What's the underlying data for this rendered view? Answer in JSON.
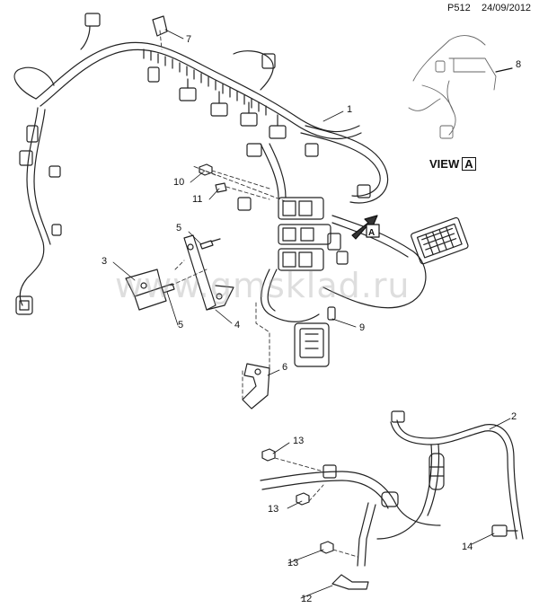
{
  "header": {
    "code": "P512",
    "date": "24/09/2012"
  },
  "view": {
    "label": "VIEW",
    "letter": "A"
  },
  "arrow_letter": "A",
  "watermark": "www.gmsklad.ru",
  "callouts": {
    "c1": "1",
    "c2": "2",
    "c3": "3",
    "c4": "4",
    "c5a": "5",
    "c5b": "5",
    "c6": "6",
    "c7": "7",
    "c8": "8",
    "c9": "9",
    "c10": "10",
    "c11": "11",
    "c12": "12",
    "c13a": "13",
    "c13b": "13",
    "c13c": "13",
    "c14": "14"
  }
}
